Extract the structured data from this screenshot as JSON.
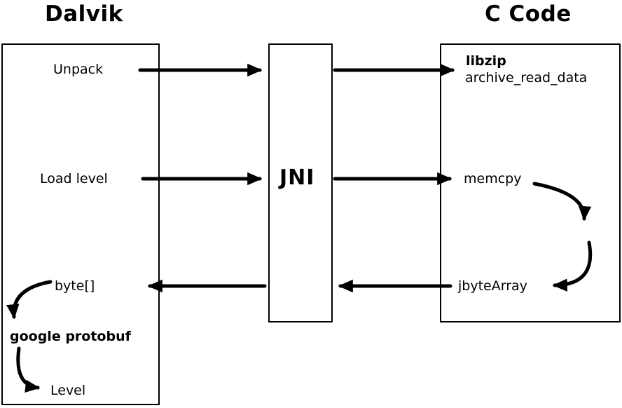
{
  "titles": {
    "dalvik": "Dalvik",
    "c_code": "C Code"
  },
  "jni": {
    "label": "JNI"
  },
  "dalvik": {
    "unpack": "Unpack",
    "load_level": "Load level",
    "byte_array": "byte[]",
    "google_protobuf": "google protobuf",
    "level": "Level"
  },
  "c_code": {
    "libzip": "libzip",
    "archive_read_data": "archive_read_data",
    "memcpy": "memcpy",
    "jbytearray": "jbyteArray"
  }
}
